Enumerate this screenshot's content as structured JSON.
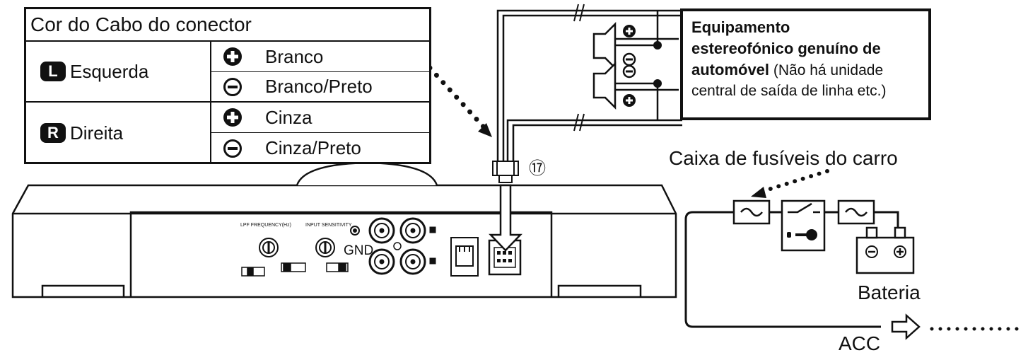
{
  "connector_table": {
    "header": "Cor do Cabo do conector",
    "left": {
      "badge": "L",
      "label": "Esquerda",
      "positive": "Branco",
      "negative": "Branco/Preto"
    },
    "right": {
      "badge": "R",
      "label": "Direita",
      "positive": "Cinza",
      "negative": "Cinza/Preto"
    }
  },
  "equipment": {
    "title_line1": "Equipamento",
    "title_line2": "estereofónico genuíno de",
    "title_line3": "automóvel",
    "note_line1": " (Não há unidade",
    "note_line2": "central de saída de linha etc.)"
  },
  "connector_number": "⑰",
  "amplifier": {
    "gnd_label": "GND"
  },
  "fuse_box_label": "Caixa de fusíveis do carro",
  "battery_label": "Bateria",
  "acc_label": "ACC",
  "icons": [
    "plus-circle-icon",
    "minus-circle-icon",
    "speaker-icon",
    "fuse-icon",
    "switch-icon",
    "key-icon",
    "battery-icon",
    "arrow-right-icon"
  ]
}
